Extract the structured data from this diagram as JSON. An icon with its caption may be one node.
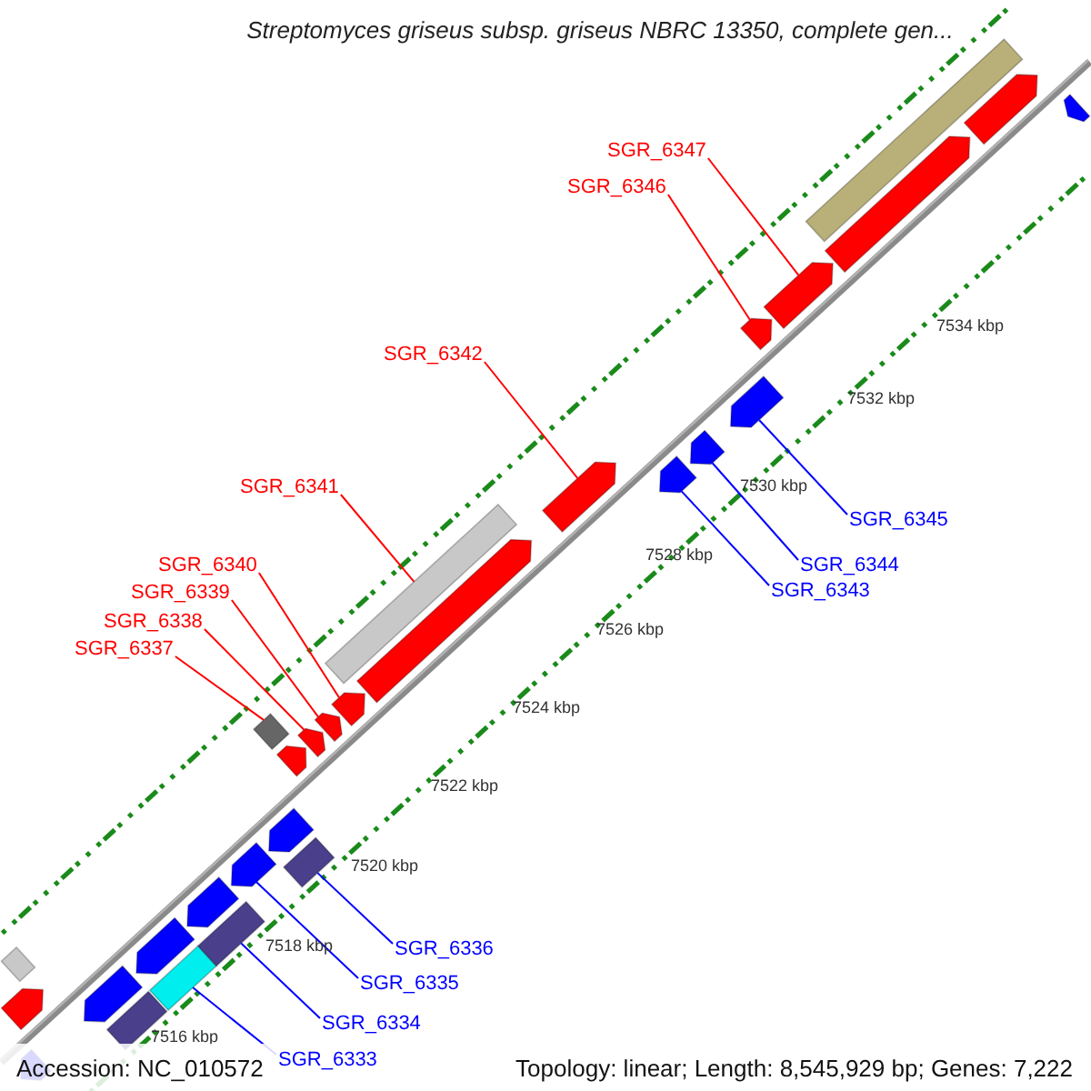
{
  "diagram": {
    "title": "Streptomyces griseus subsp. griseus NBRC 13350, complete gen...",
    "nodes": [
      {
        "text": [
          "SGR_6347"
        ]
      },
      {
        "text": [
          "SGR_6346"
        ]
      },
      {
        "text": [
          "SGR_6342"
        ]
      },
      {
        "text": [
          "SGR_6341"
        ]
      },
      {
        "text": [
          "SGR_6345"
        ]
      },
      {
        "text": [
          "SGR_6344"
        ]
      },
      {
        "text": [
          "SGR_6343"
        ]
      },
      {
        "text": [
          "SGR_6340"
        ]
      },
      {
        "text": [
          "SGR_6339"
        ]
      },
      {
        "text": [
          "SGR_6338"
        ]
      },
      {
        "text": [
          "SGR_6337"
        ]
      },
      {
        "text": [
          "SGR_6336"
        ]
      },
      {
        "text": [
          "SGR_6335"
        ]
      },
      {
        "text": [
          "SGR_6334"
        ]
      },
      {
        "text": [
          "SGR_6333"
        ]
      },
      {
        "text": [],
        "shape": "bar"
      },
      {
        "text": [],
        "shape": "bar"
      },
      {
        "text": [],
        "shape": "pentagon"
      },
      {
        "text": [],
        "shape": "bar"
      },
      {
        "text": [],
        "shape": "bar"
      },
      {
        "text": [],
        "shape": "pentagon"
      },
      {
        "text": [],
        "shape": "pentagon"
      },
      {
        "text": [],
        "shape": "pentagon"
      },
      {
        "text": [],
        "shape": "bar"
      },
      {
        "text": [],
        "shape": "pentagon"
      },
      {
        "text": [],
        "shape": "pentagon"
      },
      {
        "text": [],
        "shape": "pentagon"
      },
      {
        "text": [],
        "shape": "pentagon"
      },
      {
        "text": [],
        "shape": "pentagon"
      },
      {
        "text": [],
        "shape": "pentagon"
      },
      {
        "text": [],
        "shape": "bar"
      },
      {
        "text": [],
        "shape": "pentagon"
      },
      {
        "text": [],
        "shape": "pentagon"
      },
      {
        "text": [],
        "shape": "pentagon"
      },
      {
        "text": [],
        "shape": "pentagon"
      },
      {
        "text": [],
        "shape": "pentagon"
      },
      {
        "text": [],
        "shape": "bar"
      },
      {
        "text": [],
        "shape": "pentagon"
      },
      {
        "text": [],
        "shape": "pentagon"
      },
      {
        "text": [],
        "shape": "pentagon"
      },
      {
        "text": [],
        "shape": "pentagon"
      },
      {
        "text": [],
        "shape": "pentagon"
      },
      {
        "text": [],
        "shape": "pentagon"
      },
      {
        "text": [],
        "shape": "bar"
      }
    ],
    "edges": [
      {
        "from": 0,
        "to": 29,
        "arrow": "none"
      },
      {
        "from": 1,
        "to": 28,
        "arrow": "none"
      },
      {
        "from": 2,
        "to": 24,
        "arrow": "none"
      },
      {
        "from": 3,
        "to": 23,
        "arrow": "none"
      },
      {
        "from": 4,
        "to": 27,
        "arrow": "none",
        "color": "#0000ff"
      },
      {
        "from": 5,
        "to": 26,
        "arrow": "none",
        "color": "#0000ff"
      },
      {
        "from": 6,
        "to": 25,
        "arrow": "none",
        "color": "#0000ff"
      },
      {
        "from": 7,
        "to": 22,
        "arrow": "none"
      },
      {
        "from": 8,
        "to": 21,
        "arrow": "none"
      },
      {
        "from": 9,
        "to": 20,
        "arrow": "none"
      },
      {
        "from": 10,
        "to": 19,
        "arrow": "none"
      },
      {
        "from": 11,
        "to": 18,
        "arrow": "none",
        "color": "#0000ff"
      },
      {
        "from": 12,
        "to": 17,
        "arrow": "none",
        "color": "#0000ff"
      },
      {
        "from": 13,
        "to": 16,
        "arrow": "none",
        "color": "#0000ff"
      },
      {
        "from": 14,
        "to": 15,
        "arrow": "none",
        "color": "#0000ff"
      }
    ],
    "labels": [
      "7534 kbp",
      "7532 kbp",
      "7530 kbp",
      "7528 kbp",
      "7526 kbp",
      "7524 kbp",
      "7522 kbp",
      "7520 kbp",
      "7518 kbp",
      "7516 kbp",
      "Accession: NC_010572",
      "Topology: linear; Length: 8,545,929 bp; Genes: 7,222"
    ]
  }
}
